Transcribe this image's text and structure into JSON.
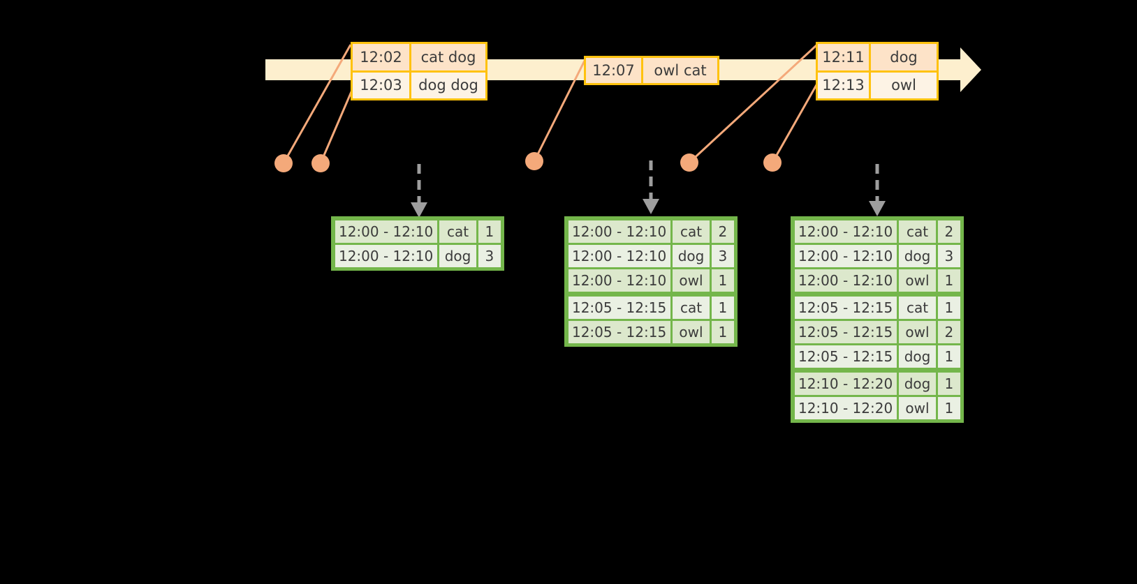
{
  "diagram": {
    "title": "windowed-word-count-timeline",
    "colors": {
      "timeline_bar": "#FDEFCE",
      "event_border": "#FFC20E",
      "event_fill_dark": "#FDE3C8",
      "event_fill_light": "#FDF3E5",
      "connector": "#F4A97A",
      "dot": "#F4A97A",
      "table_border": "#74B64B",
      "table_fill_dark": "#DCE8CC",
      "table_fill_light": "#EAF0E3",
      "arrow_gray": "#9E9E9E",
      "background": "#000000",
      "text": "#3b3b3b"
    },
    "events": [
      {
        "name": "event-group-1",
        "rows": [
          {
            "time": "12:02",
            "words": "cat dog"
          },
          {
            "time": "12:03",
            "words": "dog dog"
          }
        ]
      },
      {
        "name": "event-group-2",
        "rows": [
          {
            "time": "12:07",
            "words": "owl cat"
          }
        ]
      },
      {
        "name": "event-group-3",
        "rows": [
          {
            "time": "12:11",
            "words": "dog"
          },
          {
            "time": "12:13",
            "words": "owl"
          }
        ]
      }
    ],
    "tables": [
      {
        "name": "aggregate-table-1",
        "groups": [
          [
            {
              "window": "12:00 - 12:10",
              "word": "cat",
              "count": "1"
            },
            {
              "window": "12:00 - 12:10",
              "word": "dog",
              "count": "3"
            }
          ]
        ]
      },
      {
        "name": "aggregate-table-2",
        "groups": [
          [
            {
              "window": "12:00 - 12:10",
              "word": "cat",
              "count": "2"
            },
            {
              "window": "12:00 - 12:10",
              "word": "dog",
              "count": "3"
            },
            {
              "window": "12:00 - 12:10",
              "word": "owl",
              "count": "1"
            }
          ],
          [
            {
              "window": "12:05 - 12:15",
              "word": "cat",
              "count": "1"
            },
            {
              "window": "12:05 - 12:15",
              "word": "owl",
              "count": "1"
            }
          ]
        ]
      },
      {
        "name": "aggregate-table-3",
        "groups": [
          [
            {
              "window": "12:00 - 12:10",
              "word": "cat",
              "count": "2"
            },
            {
              "window": "12:00 - 12:10",
              "word": "dog",
              "count": "3"
            },
            {
              "window": "12:00 - 12:10",
              "word": "owl",
              "count": "1"
            }
          ],
          [
            {
              "window": "12:05 - 12:15",
              "word": "cat",
              "count": "1"
            },
            {
              "window": "12:05 - 12:15",
              "word": "owl",
              "count": "2"
            },
            {
              "window": "12:05 - 12:15",
              "word": "dog",
              "count": "1"
            }
          ],
          [
            {
              "window": "12:10 - 12:20",
              "word": "dog",
              "count": "1"
            },
            {
              "window": "12:10 - 12:20",
              "word": "owl",
              "count": "1"
            }
          ]
        ]
      }
    ]
  }
}
